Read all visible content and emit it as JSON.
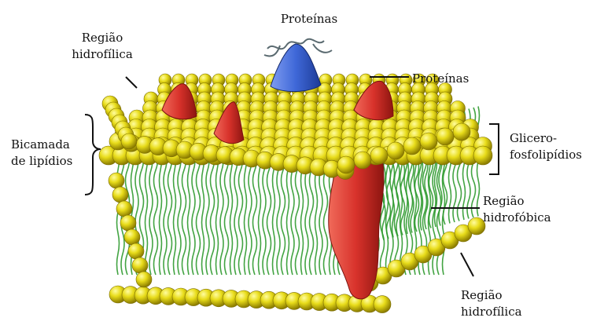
{
  "labels": {
    "top_protein": "Proteínas",
    "right_protein": "Proteínas",
    "hydrophilic_top": [
      "Região",
      "hidrofílica"
    ],
    "bilayer": [
      "Bicamada",
      "de lipídios"
    ],
    "glycero": [
      "Glicero-",
      "fosfolipídios"
    ],
    "hydrophobic": [
      "Região",
      "hidrofóbica"
    ],
    "hydrophilic_bottom": [
      "Região",
      "hidrofílica"
    ]
  },
  "colors": {
    "background": "#ffffff",
    "head_fill": "#e8dc1a",
    "head_shadow": "#9a8a00",
    "tail_green": "#2f9a2f",
    "protein_red": "#d8322b",
    "protein_blue": "#3f68d8",
    "text": "#111111"
  }
}
